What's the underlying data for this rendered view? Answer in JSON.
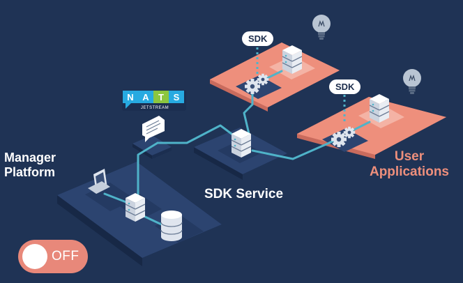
{
  "labels": {
    "manager_platform": [
      "Manager",
      "Platform"
    ],
    "sdk_service": "SDK Service",
    "user_applications": [
      "User",
      "Applications"
    ]
  },
  "sdk_tags": [
    "SDK",
    "SDK"
  ],
  "nats_logo": {
    "letters": [
      "N",
      "A",
      "T",
      "S"
    ],
    "subtitle": "JETSTREAM"
  },
  "toggle": {
    "state_label": "OFF"
  },
  "colors": {
    "background": "#1f3355",
    "platform": "#2c4470",
    "platform_side": "#172846",
    "user_platform": "#ee8f7c",
    "connector": "#4fb3c9",
    "nats_blue": "#27aae1",
    "nats_green": "#8cc63f"
  },
  "icons": [
    "laptop-icon",
    "server-icon",
    "database-icon",
    "chat-icon",
    "gear-icon",
    "lightbulb-icon",
    "nats-logo"
  ]
}
